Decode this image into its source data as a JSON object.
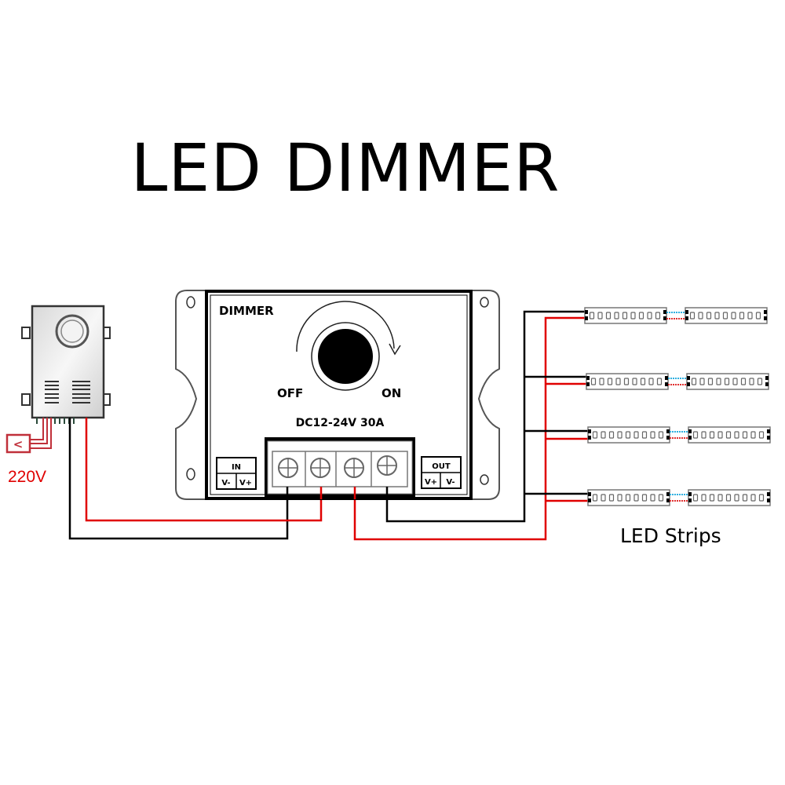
{
  "title": "LED DIMMER",
  "power_supply": {
    "input_label": "220V",
    "plug_symbol": "<"
  },
  "dimmer": {
    "brand_label": "DIMMER",
    "knob_off_label": "OFF",
    "knob_on_label": "ON",
    "rating_label": "DC12-24V 30A",
    "input_block": {
      "header": "IN",
      "pins": [
        "V-",
        "V+"
      ]
    },
    "output_block": {
      "header": "OUT",
      "pins": [
        "V+",
        "V-"
      ]
    },
    "terminal_screw_count": 4
  },
  "led_strips": {
    "label": "LED Strips",
    "rows": 4,
    "segments_per_row": 2,
    "leds_per_segment": 9
  },
  "colors": {
    "positive_wire": "#e00000",
    "negative_wire": "#000000",
    "bridge_positive": "#e03030",
    "bridge_negative": "#30b0e0",
    "label_220v": "#e00000"
  }
}
